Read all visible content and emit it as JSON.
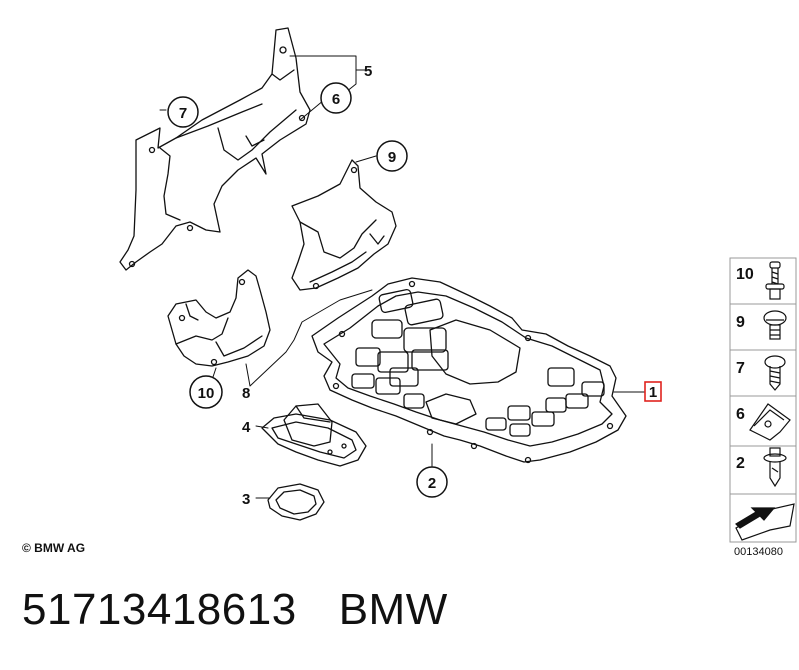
{
  "callouts": {
    "c1": "1",
    "c2": "2",
    "c3": "3",
    "c4": "4",
    "c5": "5",
    "c6": "6",
    "c7": "7",
    "c8": "8",
    "c9": "9",
    "c10": "10"
  },
  "legend": {
    "items": [
      "10",
      "9",
      "7",
      "6",
      "2"
    ]
  },
  "copyright": "© BMW AG",
  "diagram_id": "00134080",
  "part_number": "51713418613",
  "brand": "BMW",
  "colors": {
    "line": "#111111",
    "highlight": "#e0231e"
  }
}
